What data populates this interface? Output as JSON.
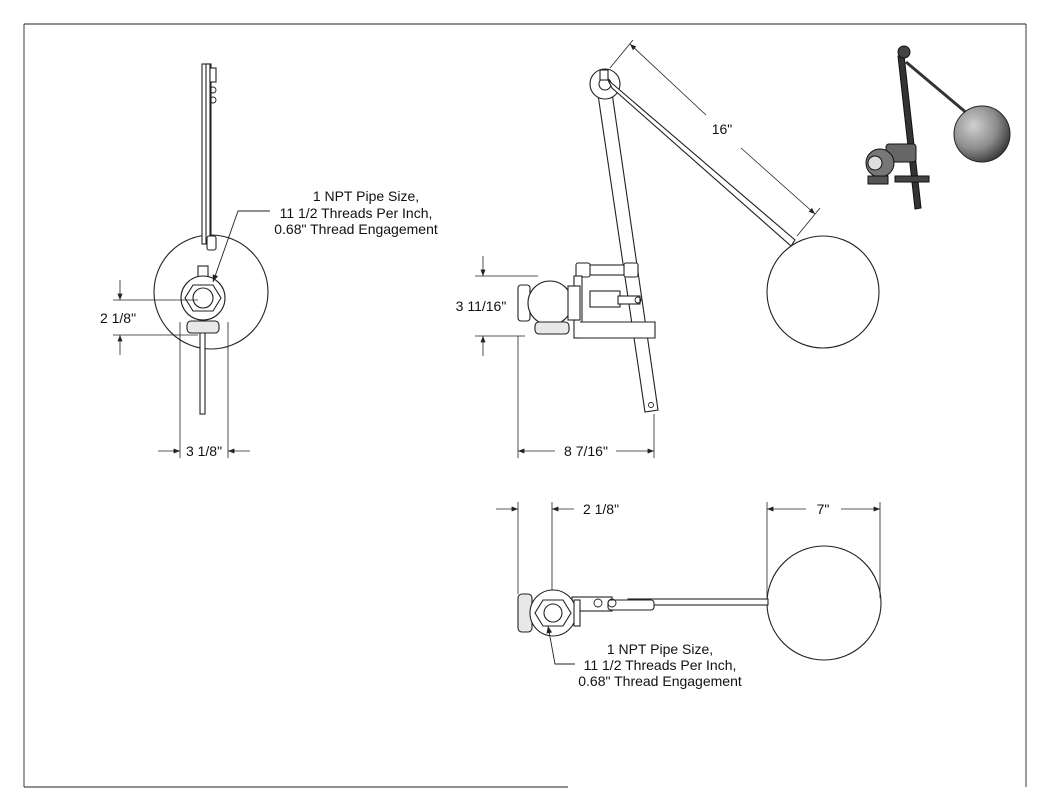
{
  "drawing": {
    "front_view": {
      "dimensions": {
        "height_small": "2 1/8\"",
        "width_body": "3 1/8\""
      },
      "callout": {
        "lines": [
          "1 NPT Pipe Size,",
          "11 1/2 Threads Per Inch,",
          "0.68\" Thread Engagement"
        ]
      }
    },
    "side_view": {
      "dimensions": {
        "arm_length": "16\"",
        "inlet_height": "3 11/16\"",
        "overall_width": "8 7/16\""
      }
    },
    "top_view": {
      "dimensions": {
        "inlet_offset": "2 1/8\"",
        "float_diameter": "7\""
      },
      "callout": {
        "lines": [
          "1 NPT Pipe Size,",
          "11 1/2 Threads Per Inch,",
          "0.68\" Thread Engagement"
        ]
      }
    }
  },
  "colors": {
    "line": "#222222",
    "background": "#ffffff",
    "iso_ball": "#8c8c8c"
  }
}
